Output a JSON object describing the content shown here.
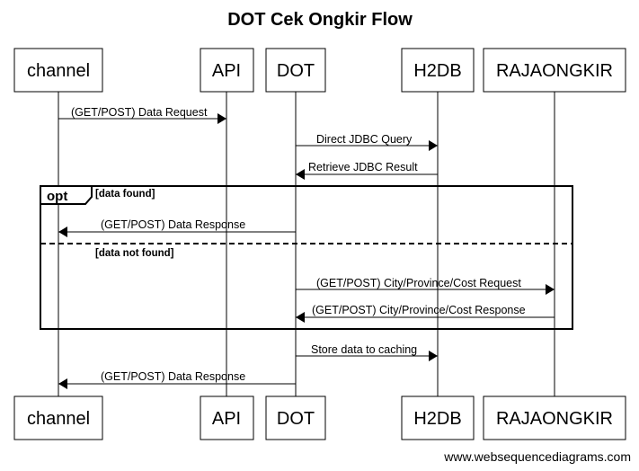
{
  "title": "DOT Cek Ongkir Flow",
  "participants": [
    {
      "id": "channel",
      "label": "channel"
    },
    {
      "id": "api",
      "label": "API"
    },
    {
      "id": "dot",
      "label": "DOT"
    },
    {
      "id": "h2db",
      "label": "H2DB"
    },
    {
      "id": "rajaongkir",
      "label": "RAJAONGKIR"
    }
  ],
  "messages": [
    {
      "from": "channel",
      "to": "api",
      "label": "(GET/POST) Data Request"
    },
    {
      "from": "dot",
      "to": "h2db",
      "label": "Direct JDBC Query"
    },
    {
      "from": "h2db",
      "to": "dot",
      "label": "Retrieve JDBC Result"
    },
    {
      "from": "dot",
      "to": "channel",
      "label": "(GET/POST) Data Response"
    },
    {
      "from": "dot",
      "to": "rajaongkir",
      "label": "(GET/POST) City/Province/Cost Request"
    },
    {
      "from": "rajaongkir",
      "to": "dot",
      "label": "(GET/POST) City/Province/Cost Response"
    },
    {
      "from": "dot",
      "to": "h2db",
      "label": "Store data to caching"
    },
    {
      "from": "dot",
      "to": "channel",
      "label": "(GET/POST) Data Response"
    }
  ],
  "fragment": {
    "operator": "opt",
    "condition_1": "[data found]",
    "condition_2": "[data not found]"
  },
  "footer": "www.websequencediagrams.com"
}
